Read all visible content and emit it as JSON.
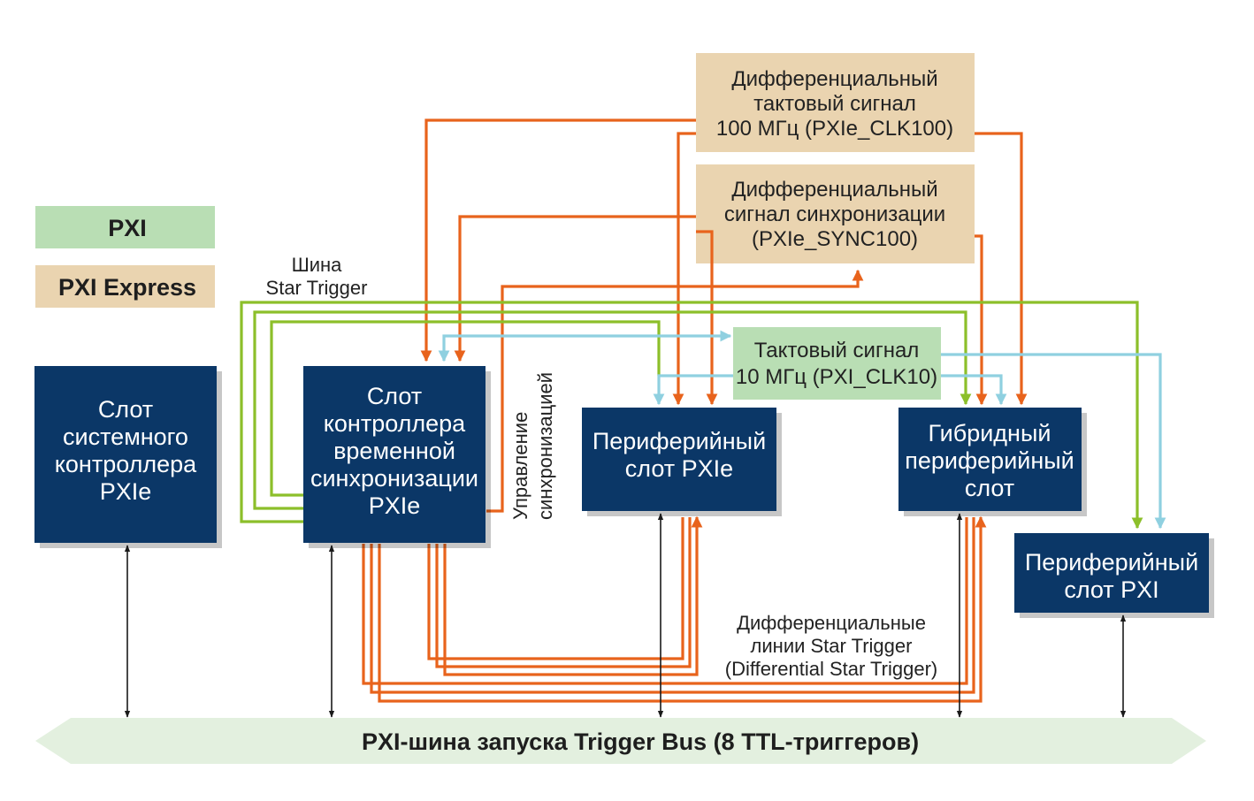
{
  "legend": {
    "pxi": "PXI",
    "pxi_express": "PXI Express"
  },
  "blocks": {
    "clk100": [
      "Дифференциальный",
      "тактовый сигнал",
      "100 МГц (PXIe_CLK100)"
    ],
    "sync100": [
      "Дифференциальный",
      "сигнал синхронизации",
      "(PXIe_SYNC100)"
    ],
    "clk10": [
      "Тактовый сигнал",
      "10 МГц (PXI_CLK10)"
    ],
    "system_controller": [
      "Слот",
      "системного",
      "контроллера",
      "PXIe"
    ],
    "timing_controller": [
      "Слот",
      "контроллера",
      "временной",
      "синхронизации",
      "PXIe"
    ],
    "pxie_peripheral": [
      "Периферийный",
      "слот PXIe"
    ],
    "hybrid_peripheral": [
      "Гибридный",
      "периферийный",
      "слот"
    ],
    "pxi_peripheral": [
      "Периферийный",
      "слот PXI"
    ]
  },
  "labels": {
    "star_trigger_bus": [
      "Шина",
      "Star Trigger"
    ],
    "sync_control": [
      "Управление",
      "синхронизацией"
    ],
    "diff_star_trigger": [
      "Дифференциальные",
      "линии Star Trigger",
      "(Differential Star Trigger)"
    ]
  },
  "trigger_bus": {
    "label": "PXI-шина запуска Trigger Bus (8 TTL-триггеров)"
  },
  "colors": {
    "navy": "#0b3767",
    "tan": "#ead4b0",
    "light_green": "#b9deb4",
    "orange": "#e8631c",
    "green": "#8cbf2a",
    "light_blue": "#8fd0e0"
  }
}
